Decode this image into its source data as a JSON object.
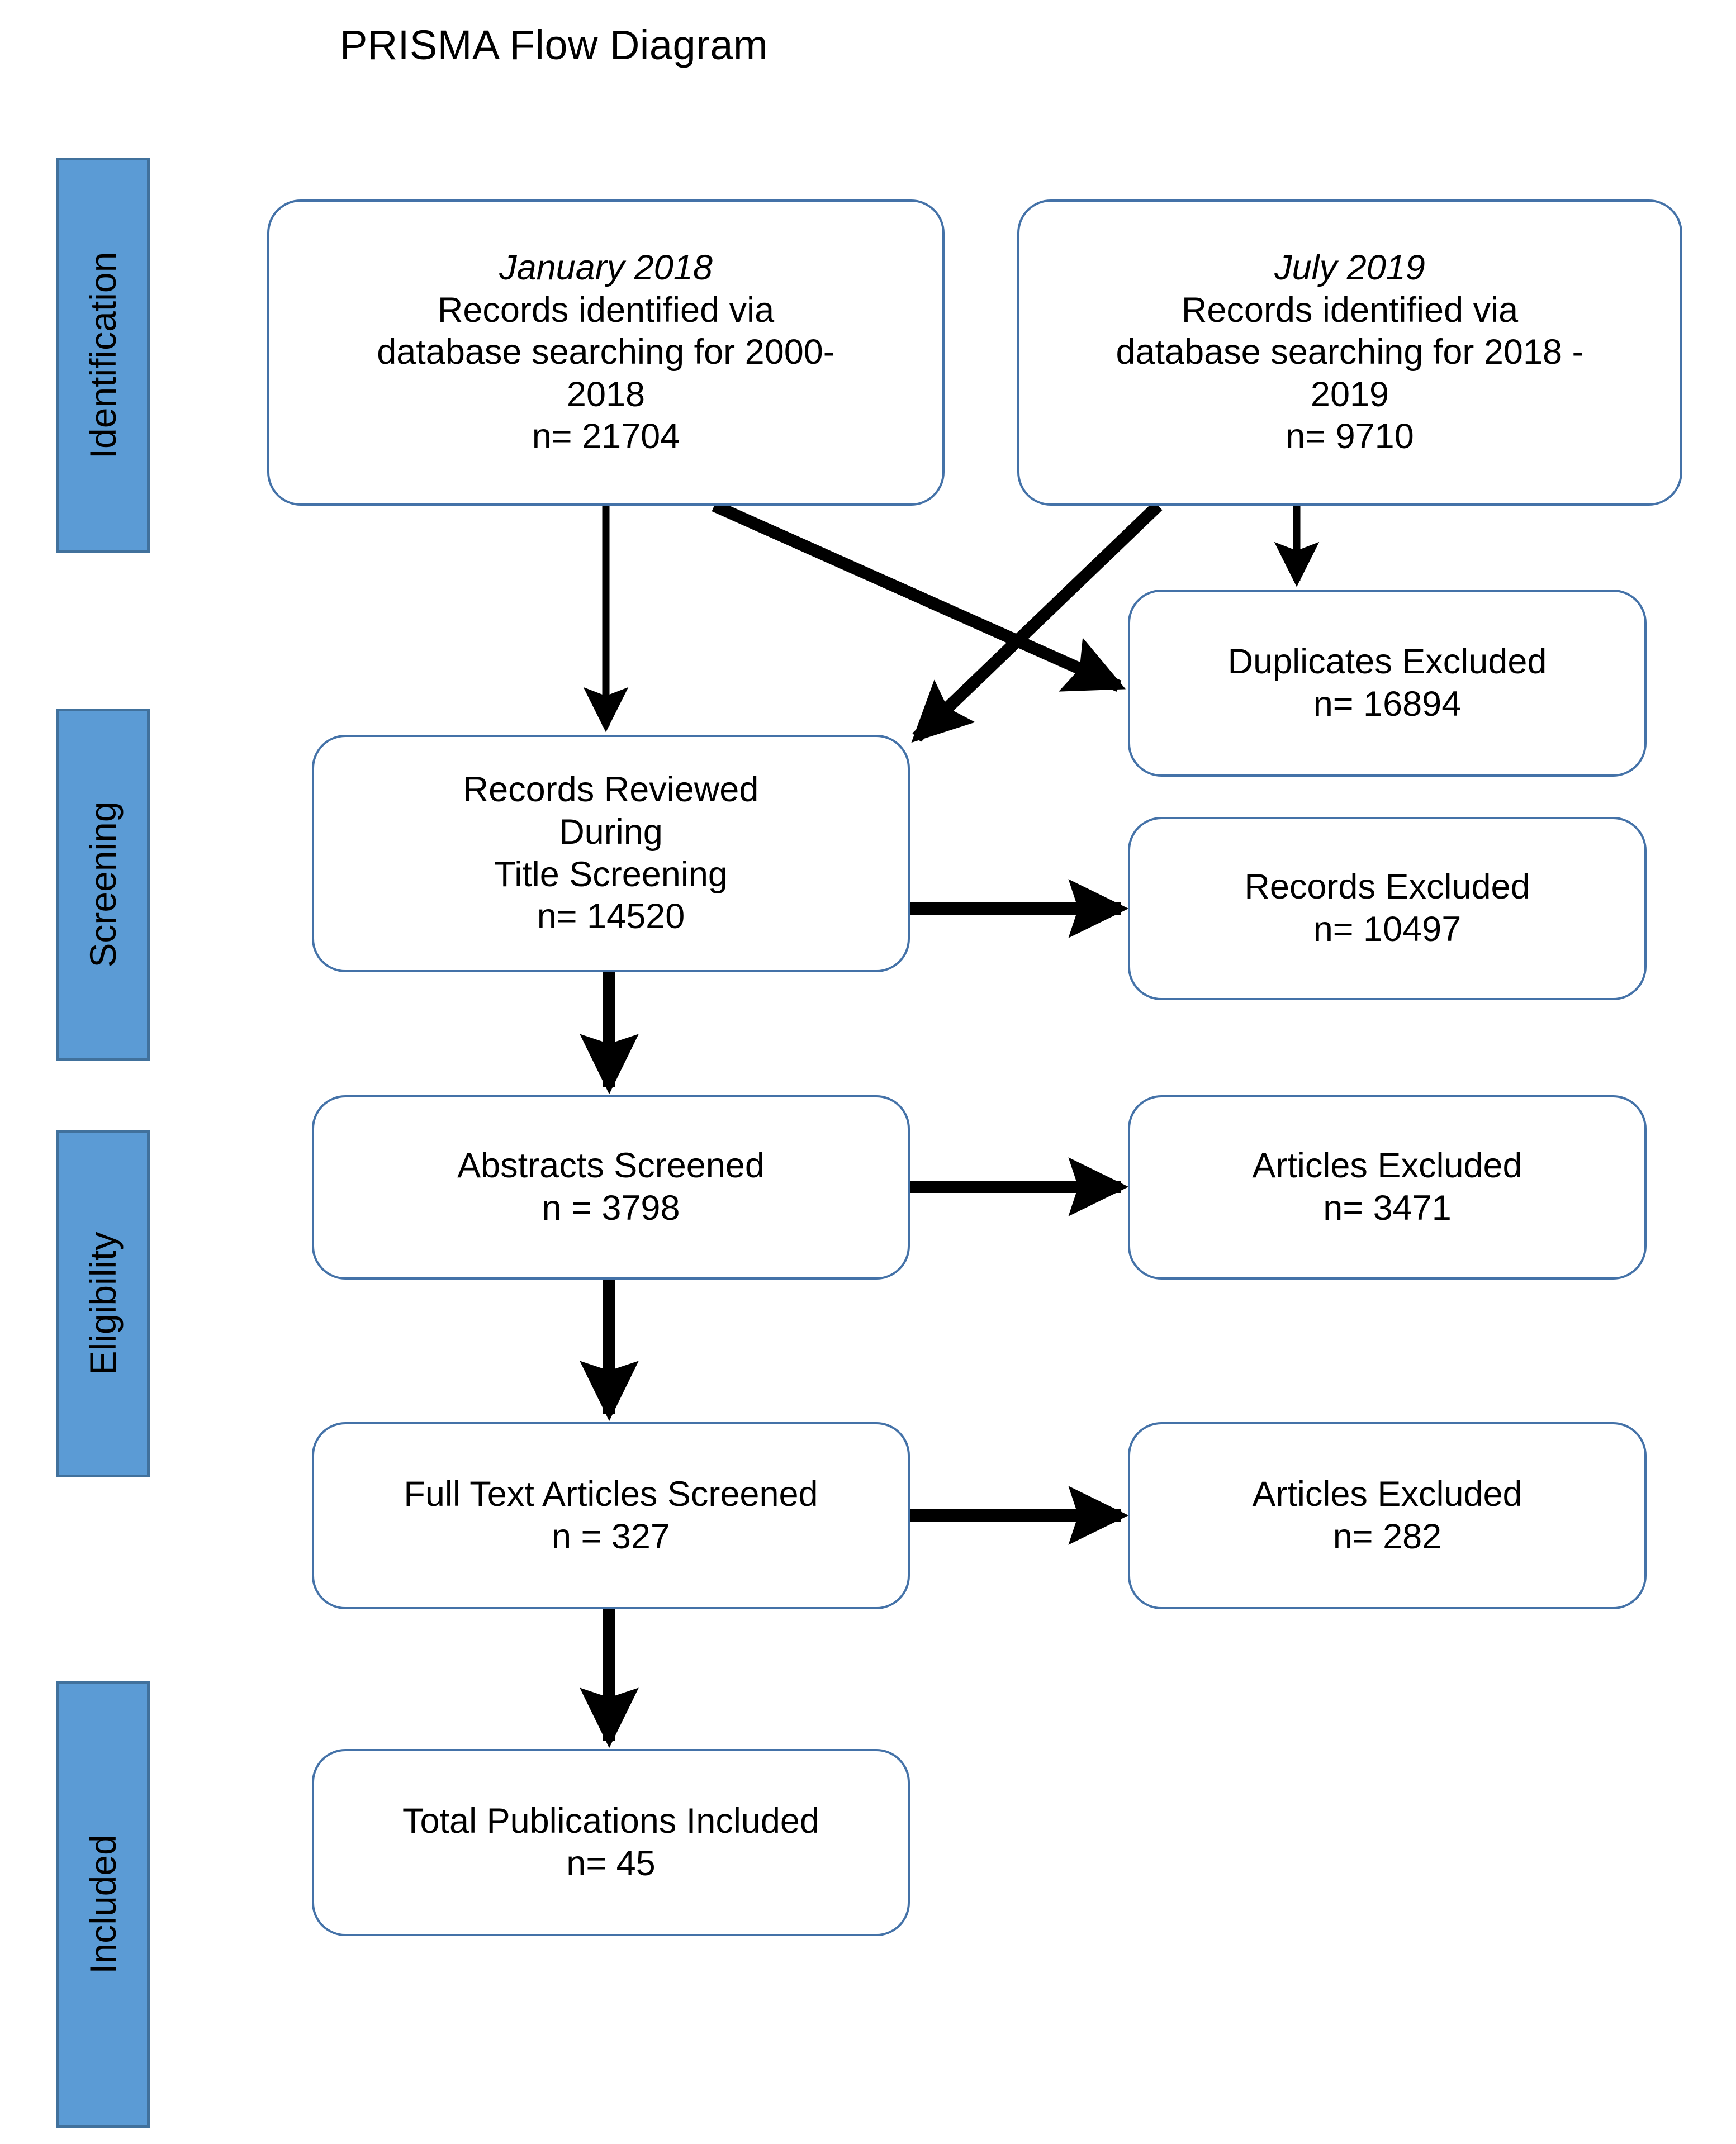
{
  "title": "PRISMA Flow Diagram",
  "colors": {
    "stage_bar_fill": "#5B9BD5",
    "stage_bar_border": "#41719C",
    "box_border": "#4472A8",
    "box_fill": "#FFFFFF",
    "arrow": "#000000",
    "text": "#000000"
  },
  "stages": [
    {
      "label": "Identification"
    },
    {
      "label": "Screening"
    },
    {
      "label": "Eligibility"
    },
    {
      "label": "Included"
    }
  ],
  "boxes": {
    "jan2018": {
      "heading": "January 2018",
      "line1": "Records identified via",
      "line2": "database searching for 2000-",
      "line3": "2018",
      "count": "n= 21704"
    },
    "jul2019": {
      "heading": "July 2019",
      "line1": "Records identified via",
      "line2": "database searching for 2018 -",
      "line3": "2019",
      "count": "n= 9710"
    },
    "duplicates": {
      "line1": "Duplicates Excluded",
      "count": "n= 16894"
    },
    "title_screening": {
      "line1": "Records Reviewed",
      "line2": "During",
      "line3": "Title Screening",
      "count": "n= 14520"
    },
    "records_excluded": {
      "line1": "Records Excluded",
      "count": "n= 10497"
    },
    "abstracts": {
      "line1": "Abstracts Screened",
      "count": "n = 3798"
    },
    "articles_excluded_abstracts": {
      "line1": "Articles Excluded",
      "count": "n= 3471"
    },
    "fulltext": {
      "line1": "Full Text Articles Screened",
      "count": "n = 327"
    },
    "articles_excluded_fulltext": {
      "line1": "Articles Excluded",
      "count": "n= 282"
    },
    "included": {
      "line1": "Total Publications Included",
      "count": "n= 45"
    }
  },
  "chart_data": {
    "type": "diagram",
    "title": "PRISMA Flow Diagram",
    "stages": [
      "Identification",
      "Screening",
      "Eligibility",
      "Included"
    ],
    "nodes": [
      {
        "id": "jan2018",
        "stage": "Identification",
        "label": "January 2018 Records identified via database searching for 2000-2018",
        "n": 21704
      },
      {
        "id": "jul2019",
        "stage": "Identification",
        "label": "July 2019 Records identified via database searching for 2018 - 2019",
        "n": 9710
      },
      {
        "id": "duplicates",
        "stage": "Identification",
        "label": "Duplicates Excluded",
        "n": 16894
      },
      {
        "id": "title_screening",
        "stage": "Screening",
        "label": "Records Reviewed During Title Screening",
        "n": 14520
      },
      {
        "id": "records_excluded",
        "stage": "Screening",
        "label": "Records Excluded",
        "n": 10497
      },
      {
        "id": "abstracts",
        "stage": "Screening",
        "label": "Abstracts Screened",
        "n": 3798
      },
      {
        "id": "articles_excluded_abstracts",
        "stage": "Screening",
        "label": "Articles Excluded",
        "n": 3471
      },
      {
        "id": "fulltext",
        "stage": "Eligibility",
        "label": "Full Text Articles Screened",
        "n": 327
      },
      {
        "id": "articles_excluded_fulltext",
        "stage": "Eligibility",
        "label": "Articles Excluded",
        "n": 282
      },
      {
        "id": "included",
        "stage": "Included",
        "label": "Total Publications Included",
        "n": 45
      }
    ],
    "edges": [
      {
        "from": "jan2018",
        "to": "title_screening"
      },
      {
        "from": "jan2018",
        "to": "duplicates"
      },
      {
        "from": "jul2019",
        "to": "duplicates"
      },
      {
        "from": "jul2019",
        "to": "title_screening"
      },
      {
        "from": "title_screening",
        "to": "records_excluded"
      },
      {
        "from": "title_screening",
        "to": "abstracts"
      },
      {
        "from": "abstracts",
        "to": "articles_excluded_abstracts"
      },
      {
        "from": "abstracts",
        "to": "fulltext"
      },
      {
        "from": "fulltext",
        "to": "articles_excluded_fulltext"
      },
      {
        "from": "fulltext",
        "to": "included"
      }
    ]
  }
}
